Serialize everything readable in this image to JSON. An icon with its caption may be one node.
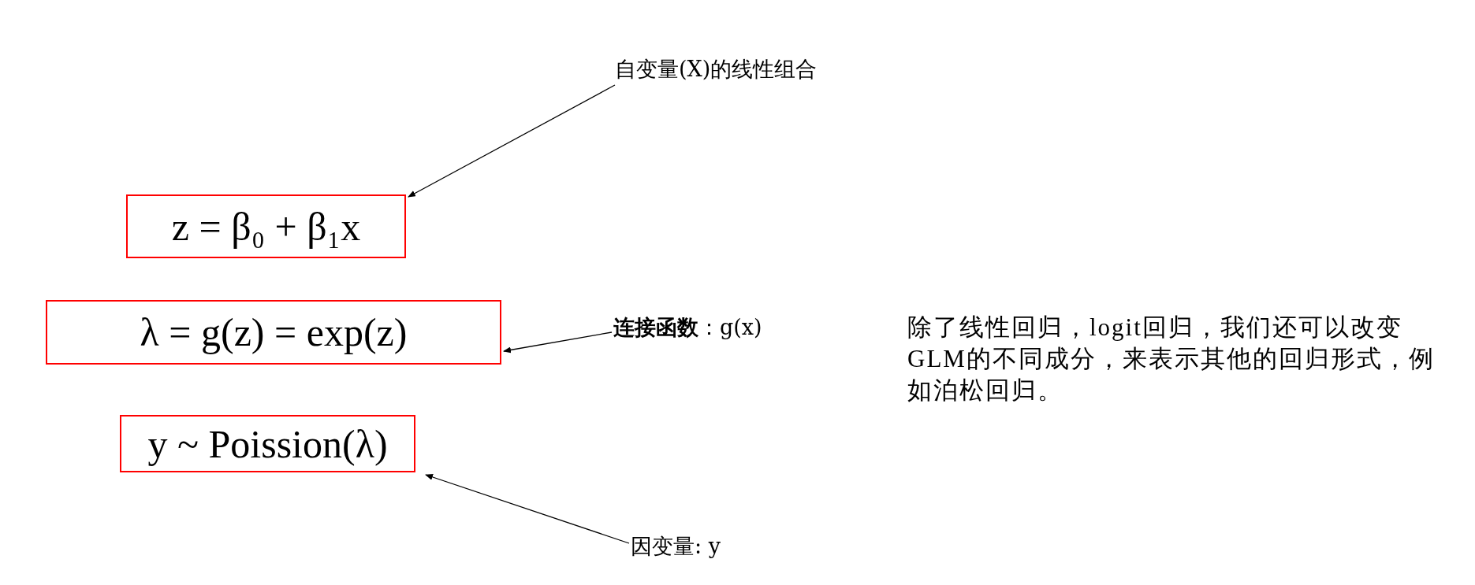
{
  "diagram": {
    "nodes": [
      {
        "text": [
          "自变量(X)的线性组合"
        ]
      },
      {
        "text": [
          "z = β₀ + β₁x"
        ]
      },
      {
        "text": [
          "λ = g(z) = exp(z)"
        ]
      },
      {
        "text": [
          "**连接函数**：g(x)"
        ]
      },
      {
        "text": [
          "y ~ Poission(λ)"
        ]
      },
      {
        "text": [
          "因变量: y"
        ]
      }
    ],
    "edges": [
      {
        "from": 0,
        "to": 1,
        "arrow": "to"
      },
      {
        "from": 3,
        "to": 2,
        "arrow": "to"
      },
      {
        "from": 5,
        "to": 4,
        "arrow": "to"
      }
    ],
    "labels": [
      "除了线性回归，logit回归，我们还可以改变GLM的不同成分，来表示其他的回归形式，例如泊松回归。"
    ]
  }
}
